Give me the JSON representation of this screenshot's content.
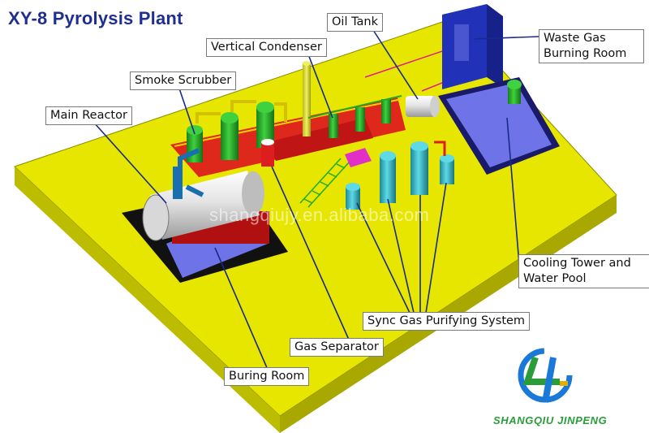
{
  "title": "XY-8 Pyrolysis Plant",
  "watermark": "shangqiujy.en.alibaba.com",
  "brand": "SHANGQIU JINPENG",
  "labels": {
    "oil_tank": "Oil Tank",
    "waste_gas": "Waste Gas Burning Room",
    "vertical_condenser": "Vertical Condenser",
    "smoke_scrubber": "Smoke Scrubber",
    "main_reactor": "Main Reactor",
    "cooling_tower": "Cooling Tower and Water Pool",
    "sync_gas": "Sync Gas Purifying System",
    "gas_separator": "Gas Separator",
    "burning_room": "Buring Room"
  },
  "colors": {
    "platform_top": "#e6e600",
    "platform_side": "#a8a800",
    "platform_front": "#bcbc00",
    "tank_green": "#2ea82e",
    "tank_cyan": "#29b3c2",
    "frame_red": "#dd1e1e",
    "pool_blue": "#6e74e8",
    "room_blue": "#2232b8",
    "reactor_white": "#f2f2f2",
    "leader_blue": "#1a2a8a"
  }
}
